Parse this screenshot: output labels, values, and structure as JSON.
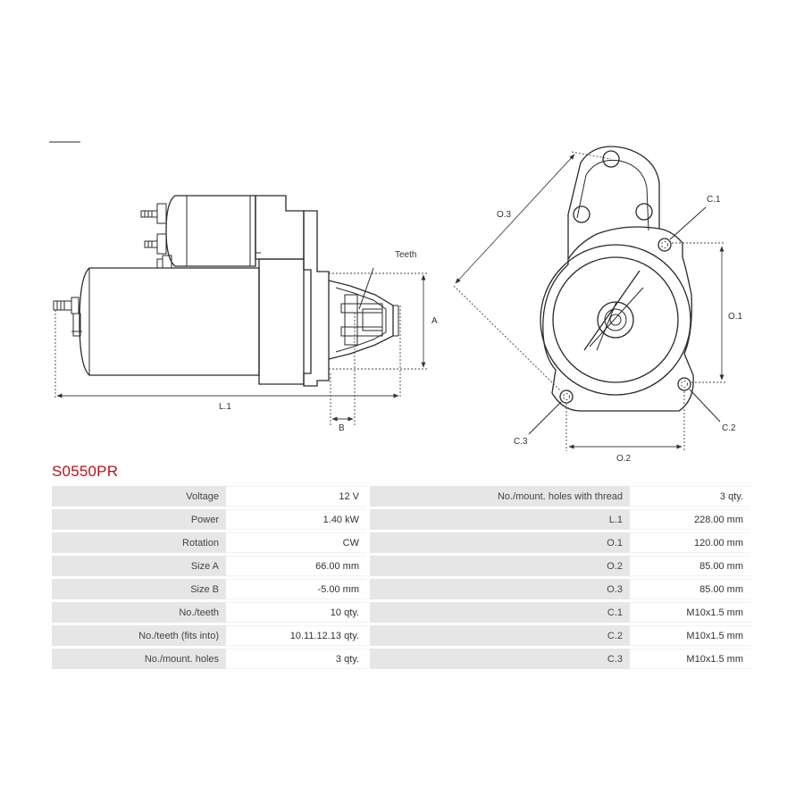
{
  "part_code": "S0550PR",
  "drawing": {
    "labels": {
      "teeth": "Teeth",
      "a": "A",
      "b": "B",
      "l1": "L.1",
      "o1": "O.1",
      "o2": "O.2",
      "o3": "O.3",
      "c1": "C.1",
      "c2": "C.2",
      "c3": "C.3"
    }
  },
  "specs": {
    "rows": [
      {
        "label_left": "Voltage",
        "value_left": "12 V",
        "label_right": "No./mount. holes with thread",
        "value_right": "3 qty."
      },
      {
        "label_left": "Power",
        "value_left": "1.40 kW",
        "label_right": "L.1",
        "value_right": "228.00 mm"
      },
      {
        "label_left": "Rotation",
        "value_left": "CW",
        "label_right": "O.1",
        "value_right": "120.00 mm"
      },
      {
        "label_left": "Size A",
        "value_left": "66.00 mm",
        "label_right": "O.2",
        "value_right": "85.00 mm"
      },
      {
        "label_left": "Size B",
        "value_left": "-5.00 mm",
        "label_right": "O.3",
        "value_right": "85.00 mm"
      },
      {
        "label_left": "No./teeth",
        "value_left": "10 qty.",
        "label_right": "C.1",
        "value_right": "M10x1.5 mm"
      },
      {
        "label_left": "No./teeth (fits into)",
        "value_left": "10.11.12.13 qty.",
        "label_right": "C.2",
        "value_right": "M10x1.5 mm"
      },
      {
        "label_left": "No./mount. holes",
        "value_left": "3 qty.",
        "label_right": "C.3",
        "value_right": "M10x1.5 mm"
      }
    ]
  }
}
